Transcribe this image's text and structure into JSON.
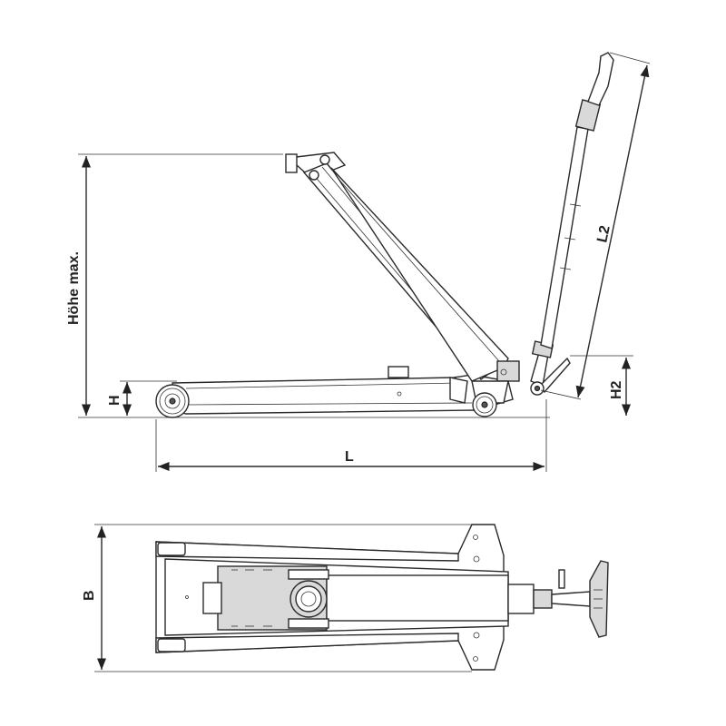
{
  "labels": {
    "height_max": "Höhe max.",
    "height_min": "H",
    "length": "L",
    "handle_length": "L2",
    "handle_height": "H2",
    "width": "B"
  }
}
